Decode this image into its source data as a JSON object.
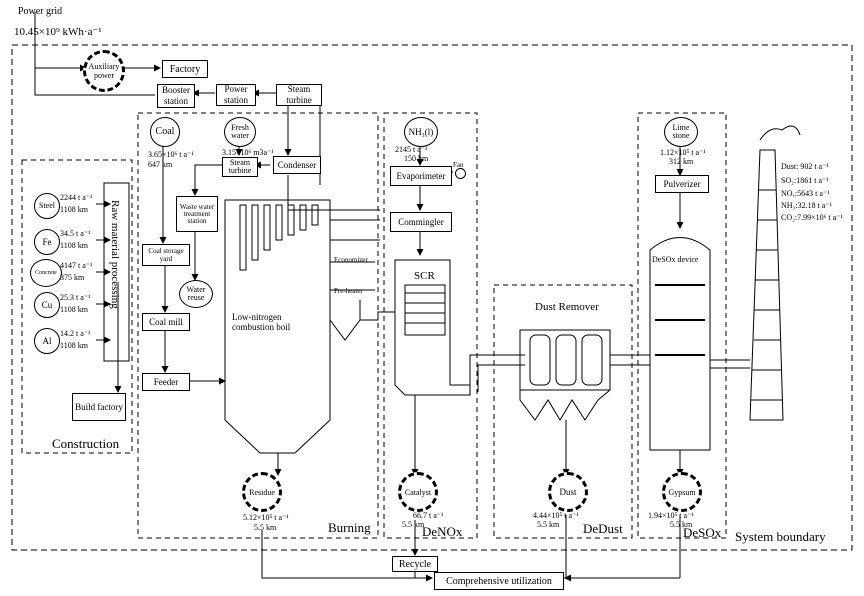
{
  "power_grid": {
    "label": "Power grid",
    "value": "10.45×10⁹ kWh·a⁻¹"
  },
  "top": {
    "auxiliary_power": "Auxiliary power",
    "factory": "Factory",
    "booster_station": "Booster station",
    "power_station": "Power station",
    "steam_turbine": "Steam turbine"
  },
  "construction": {
    "section_label": "Construction",
    "raw_material_processing": "Raw material processing",
    "build_factory": "Build factory",
    "materials": [
      {
        "name": "Steel",
        "amount": "2244 t a⁻¹",
        "distance": "1108 km"
      },
      {
        "name": "Fe",
        "amount": "34.5 t a⁻¹",
        "distance": "1108 km"
      },
      {
        "name": "Concrete",
        "amount": "4147 t a⁻¹",
        "distance": "375 km"
      },
      {
        "name": "Cu",
        "amount": "25.3 t a⁻¹",
        "distance": "1108 km"
      },
      {
        "name": "Al",
        "amount": "14.2 t a⁻¹",
        "distance": "1108 km"
      }
    ]
  },
  "burning": {
    "section_label": "Burning",
    "coal": "Coal",
    "coal_amount": "3.65×10⁶ t a⁻¹",
    "coal_distance": "647 km",
    "fresh_water": "Fresh water",
    "fresh_water_amount": "3.15×10⁶ m3a⁻¹",
    "steam_turbine": "Steam turbine",
    "condenser": "Condenser",
    "waste_water": "Waste water treatment station",
    "coal_storage": "Coal storage yard",
    "water_reuse": "Water reuse",
    "coal_mill": "Coal mill",
    "feeder": "Feeder",
    "boiler": "Low-nitrogen combustion boil",
    "economizer": "Economizer",
    "preheater": "Pre-heater",
    "residue": "Residue",
    "residue_amount": "5.12×10⁵ t a⁻¹",
    "residue_distance": "5.5 km"
  },
  "denox": {
    "section_label": "DeNOx",
    "nh3": "NH₃(l)",
    "nh3_amount": "2145 t a⁻¹",
    "nh3_distance": "150 km",
    "fan": "Fan",
    "evaporimeter": "Evaporimeter",
    "commingler": "Commingler",
    "scr": "SCR",
    "catalyst": "Catalyst",
    "catalyst_amount": "66.7 t a⁻¹",
    "catalyst_distance": "5.5 km"
  },
  "dedust": {
    "section_label": "DeDust",
    "dust_remover": "Dust Remover",
    "dust": "Dust",
    "dust_amount": "4.44×10⁵ t a⁻¹",
    "dust_distance": "5.5 km"
  },
  "desox": {
    "section_label": "DeSOx",
    "limestone": "Lime stone",
    "limestone_amount": "1.12×10⁵ t a⁻¹",
    "limestone_distance": "312 km",
    "pulverizer": "Pulverizer",
    "device": "DeSOx device",
    "gypsum": "Gypsum",
    "gypsum_amount": "1.94×10⁵ t a⁻¹",
    "gypsum_distance": "5.5 km"
  },
  "emissions": [
    "Dust: 902 t a⁻¹",
    "SO₂:1861 t a⁻¹",
    "NOₓ:5643 t a⁻¹",
    "NH₃:32.18 t a⁻¹",
    "CO₂:7.99×10⁶ t a⁻¹"
  ],
  "system_boundary": "System boundary",
  "recycle": "Recycle",
  "comprehensive": "Comprehensive utilization"
}
